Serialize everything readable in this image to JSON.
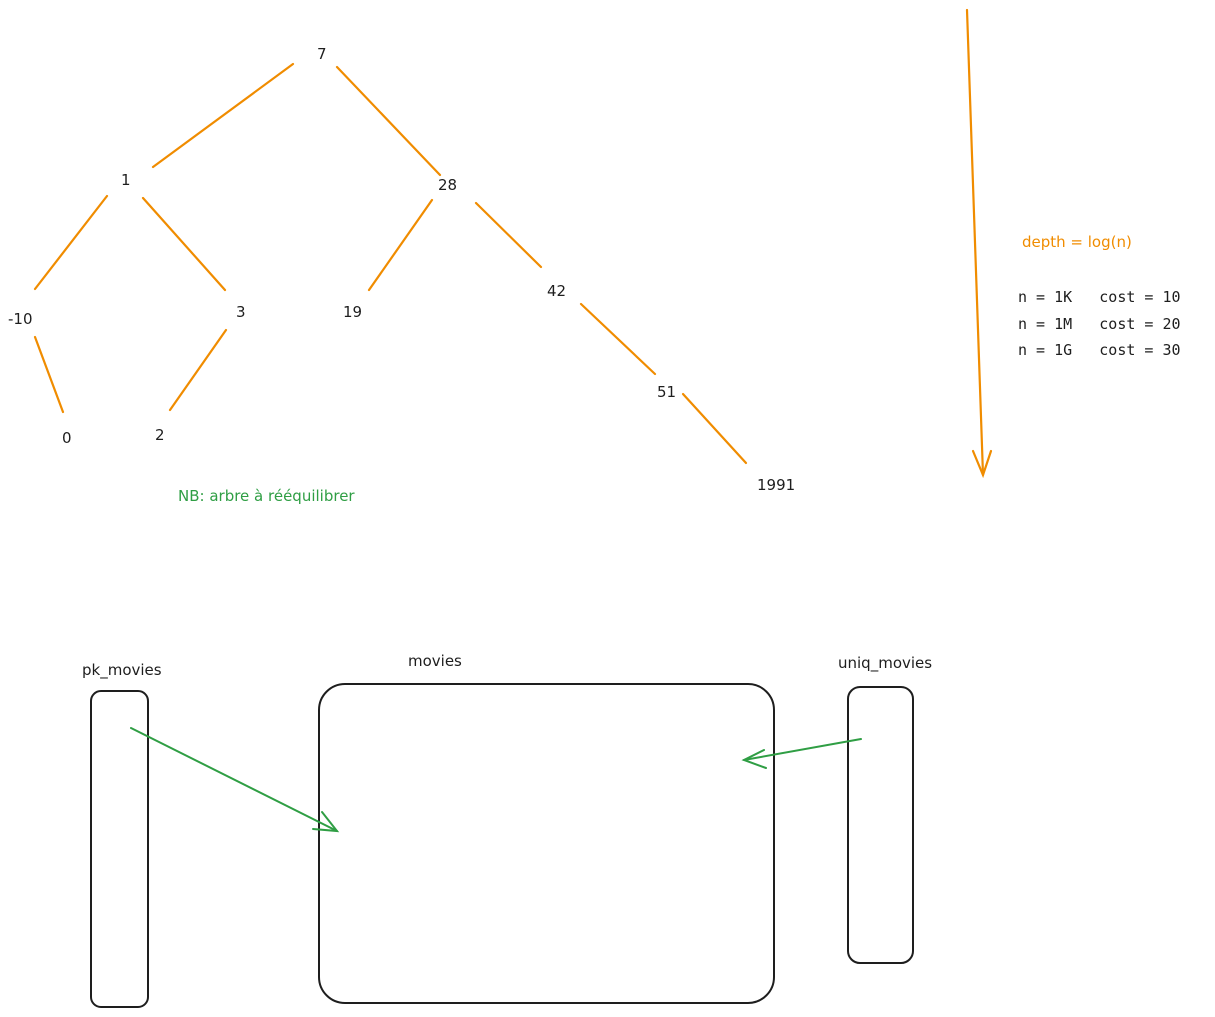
{
  "colors": {
    "edge": "#f08c00",
    "note_green": "#2f9e44",
    "note_orange": "#f08c00",
    "ink": "#1e1e1e"
  },
  "tree": {
    "nodes": {
      "n7": "7",
      "n1": "1",
      "n28": "28",
      "n_10": "-10",
      "n3": "3",
      "n19": "19",
      "n42": "42",
      "n0": "0",
      "n2": "2",
      "n51": "51",
      "n1991": "1991"
    },
    "note": "NB: arbre à rééquilibrer"
  },
  "complexity": {
    "formula": "depth = log(n)",
    "lines": [
      "n = 1K   cost = 10",
      "n = 1M   cost = 20",
      "n = 1G   cost = 30"
    ]
  },
  "tables": {
    "pk": "pk_movies",
    "main": "movies",
    "uniq": "uniq_movies"
  }
}
